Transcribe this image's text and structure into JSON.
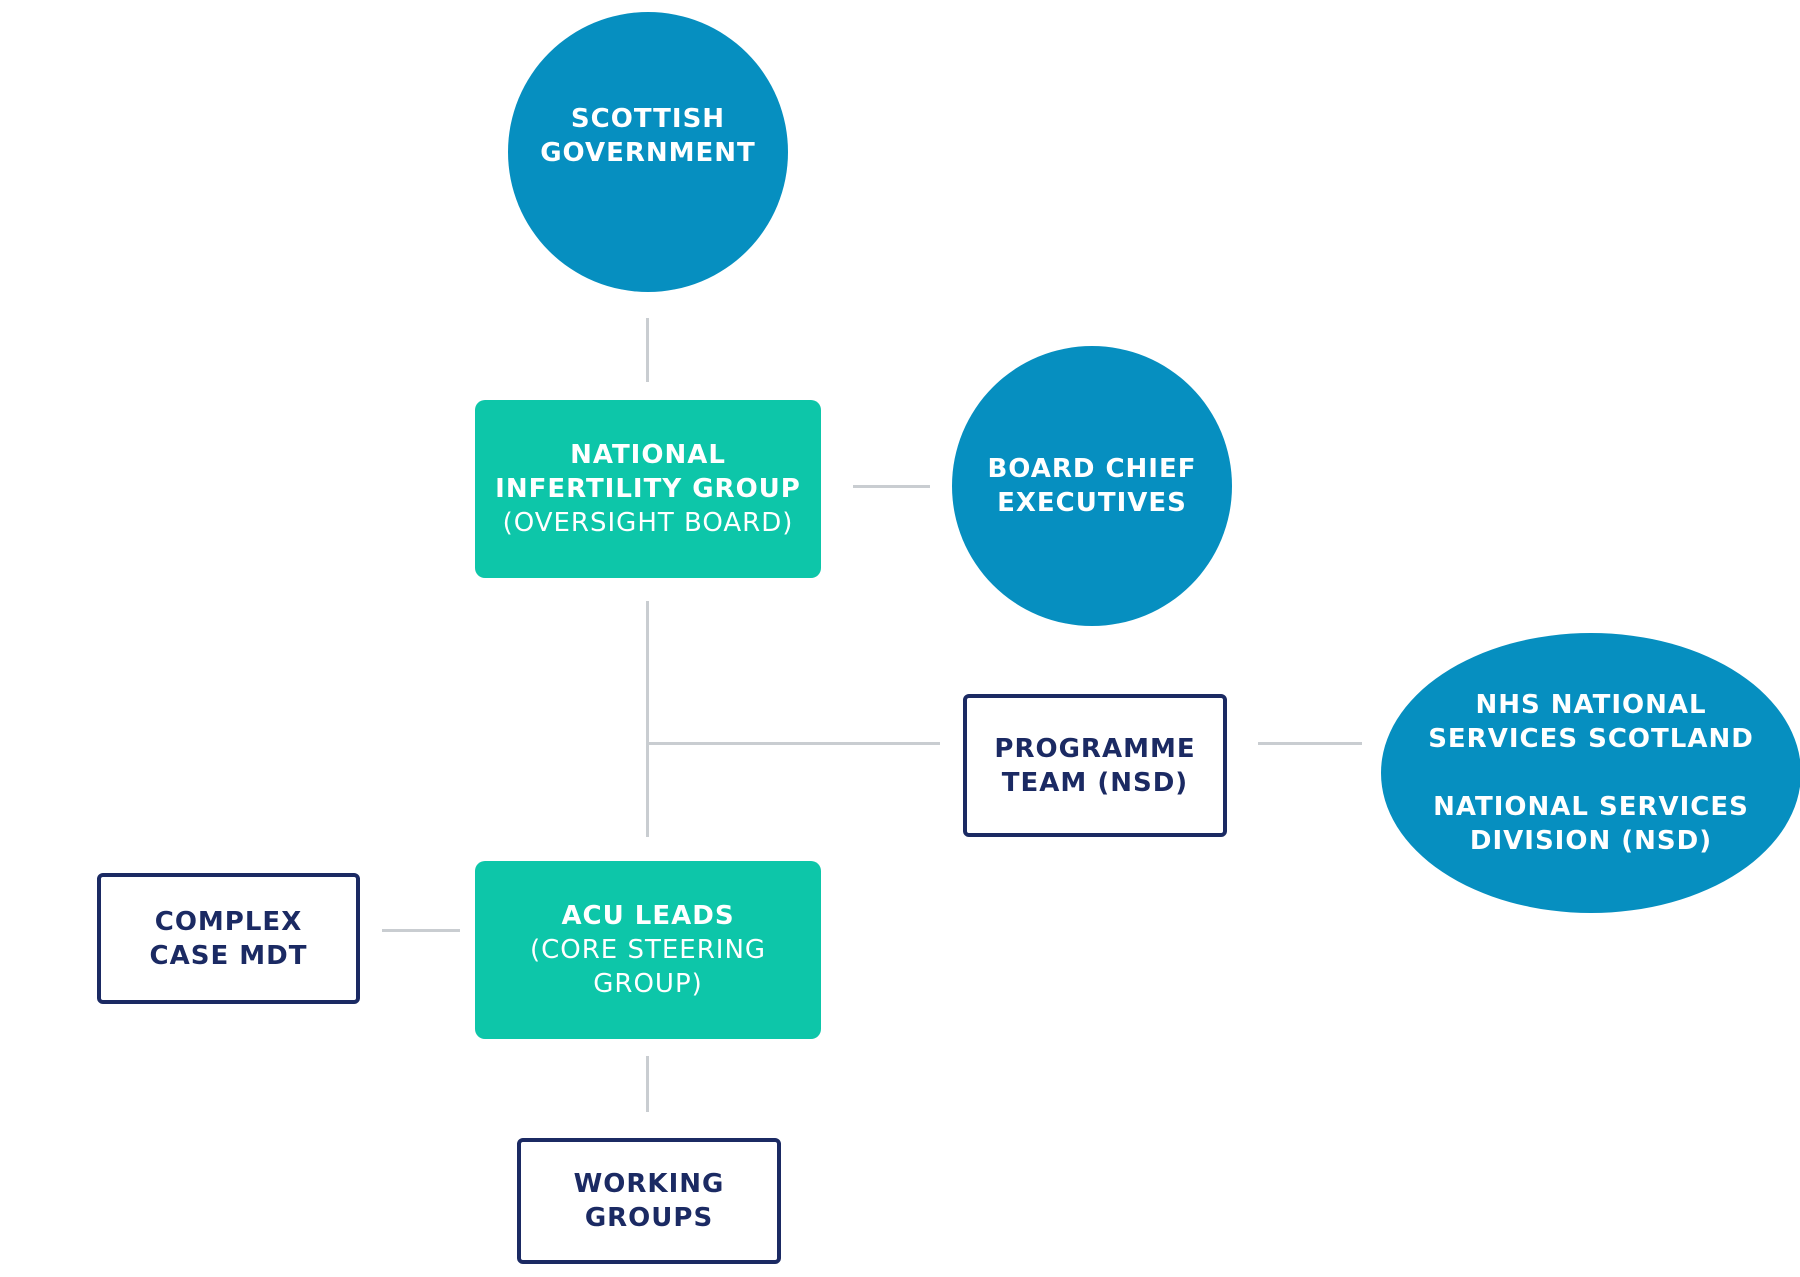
{
  "nodes": {
    "scottish_government": {
      "line1": "SCOTTISH",
      "line2": "GOVERNMENT"
    },
    "national_infertility_group": {
      "line1": "NATIONAL",
      "line2": "INFERTILITY GROUP",
      "line3": "(OVERSIGHT BOARD)"
    },
    "board_chief_executives": {
      "line1": "BOARD CHIEF",
      "line2": "EXECUTIVES"
    },
    "programme_team": {
      "line1": "PROGRAMME",
      "line2": "TEAM (NSD)"
    },
    "nhs_nss": {
      "line1": "NHS NATIONAL",
      "line2": "SERVICES SCOTLAND",
      "line3": "NATIONAL SERVICES",
      "line4": "DIVISION (NSD)"
    },
    "acu_leads": {
      "line1": "ACU LEADS",
      "line2": "(CORE STEERING",
      "line3": "GROUP)"
    },
    "complex_case_mdt": {
      "line1": "COMPLEX",
      "line2": "CASE MDT"
    },
    "working_groups": {
      "line1": "WORKING",
      "line2": "GROUPS"
    }
  },
  "colors": {
    "circle": "#068fc0",
    "teal": "#0dc6a9",
    "outline": "#1b2a63",
    "connector": "#c9cdd1"
  }
}
